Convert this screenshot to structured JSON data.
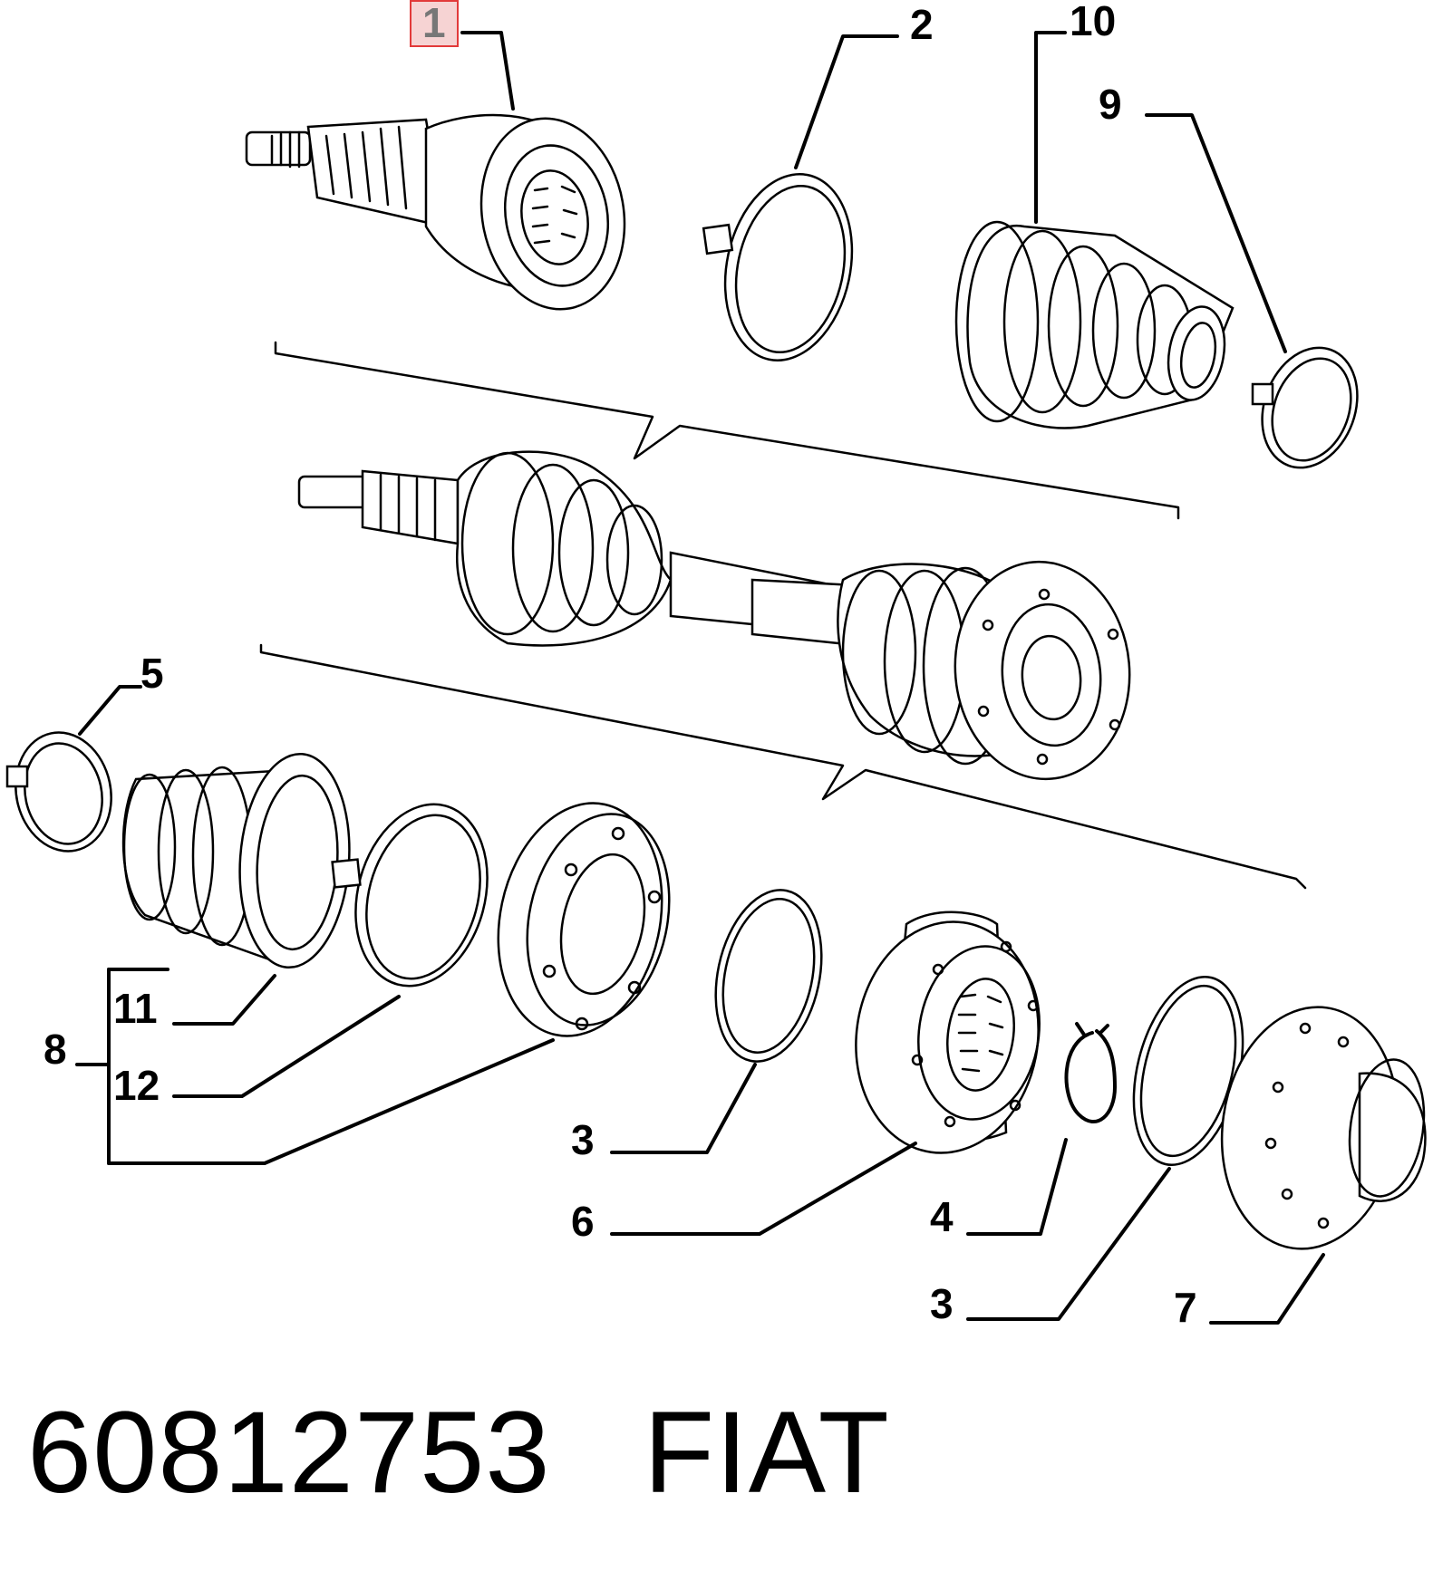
{
  "diagram": {
    "callouts": {
      "c1": "1",
      "c2": "2",
      "c3a": "3",
      "c3b": "3",
      "c4": "4",
      "c5": "5",
      "c6": "6",
      "c7": "7",
      "c8": "8",
      "c9": "9",
      "c10": "10",
      "c11": "11",
      "c12": "12"
    },
    "selected_callout": "1",
    "selection_color": "#e23a3a"
  },
  "footer": {
    "part_number": "60812753",
    "brand": "FIAT"
  }
}
